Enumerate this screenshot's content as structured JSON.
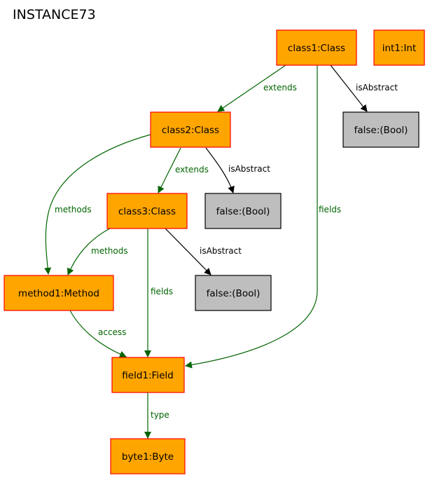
{
  "title": "INSTANCE73",
  "colors": {
    "class_fill": "#FFA500",
    "class_stroke": "#FF0000",
    "bool_fill": "#BEBEBE",
    "bool_stroke": "#000000",
    "green_edge": "#006400",
    "black_edge": "#000000"
  },
  "nodes": {
    "class1": "class1:Class",
    "int1": "int1:Int",
    "class2": "class2:Class",
    "false1": "false:(Bool)",
    "class3": "class3:Class",
    "false2": "false:(Bool)",
    "method1": "method1:Method",
    "false3": "false:(Bool)",
    "field1": "field1:Field",
    "byte1": "byte1:Byte"
  },
  "edges": {
    "class1_class2": "extends",
    "class1_false1": "isAbstract",
    "class1_field1": "fields",
    "class2_class3": "extends",
    "class2_false2": "isAbstract",
    "class2_method1": "methods",
    "class3_method1": "methods",
    "class3_false3": "isAbstract",
    "class3_field1": "fields",
    "method1_field1": "access",
    "field1_byte1": "type"
  }
}
